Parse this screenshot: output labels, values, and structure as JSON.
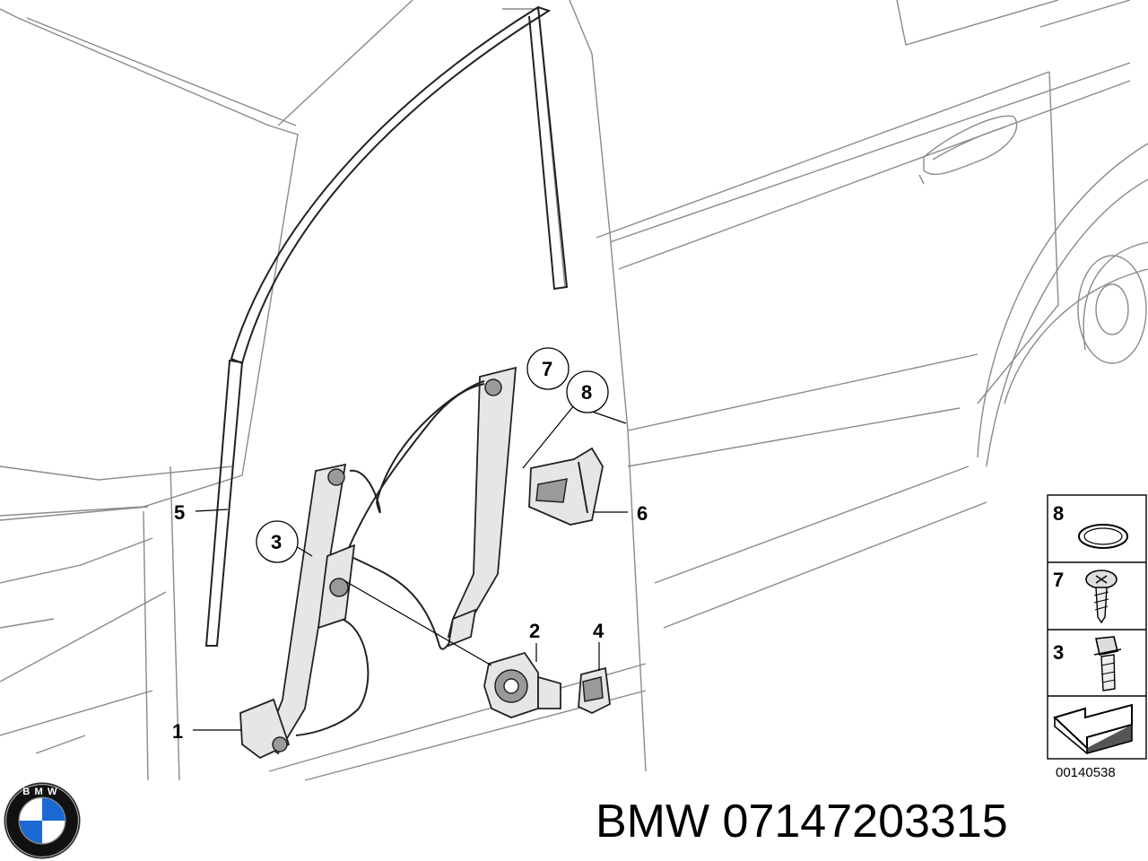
{
  "callouts": [
    {
      "id": "c1",
      "label": "1"
    },
    {
      "id": "c2",
      "label": "2"
    },
    {
      "id": "c3",
      "label": "3"
    },
    {
      "id": "c4",
      "label": "4"
    },
    {
      "id": "c5",
      "label": "5"
    },
    {
      "id": "c6",
      "label": "6"
    },
    {
      "id": "c7",
      "label": "7"
    },
    {
      "id": "c8",
      "label": "8"
    }
  ],
  "legend": {
    "items": [
      {
        "label": "8",
        "part": "gasket-ring"
      },
      {
        "label": "7",
        "part": "screw"
      },
      {
        "label": "3",
        "part": "bolt"
      },
      {
        "label": "",
        "part": "direction-arrow"
      }
    ],
    "ref_code": "00140538"
  },
  "caption": {
    "brand": "BMW",
    "part_number": "07147203315"
  },
  "logo": {
    "letters": "BMW",
    "colors": {
      "blue": "#1c69d4",
      "white": "#ffffff",
      "black": "#111111"
    }
  }
}
